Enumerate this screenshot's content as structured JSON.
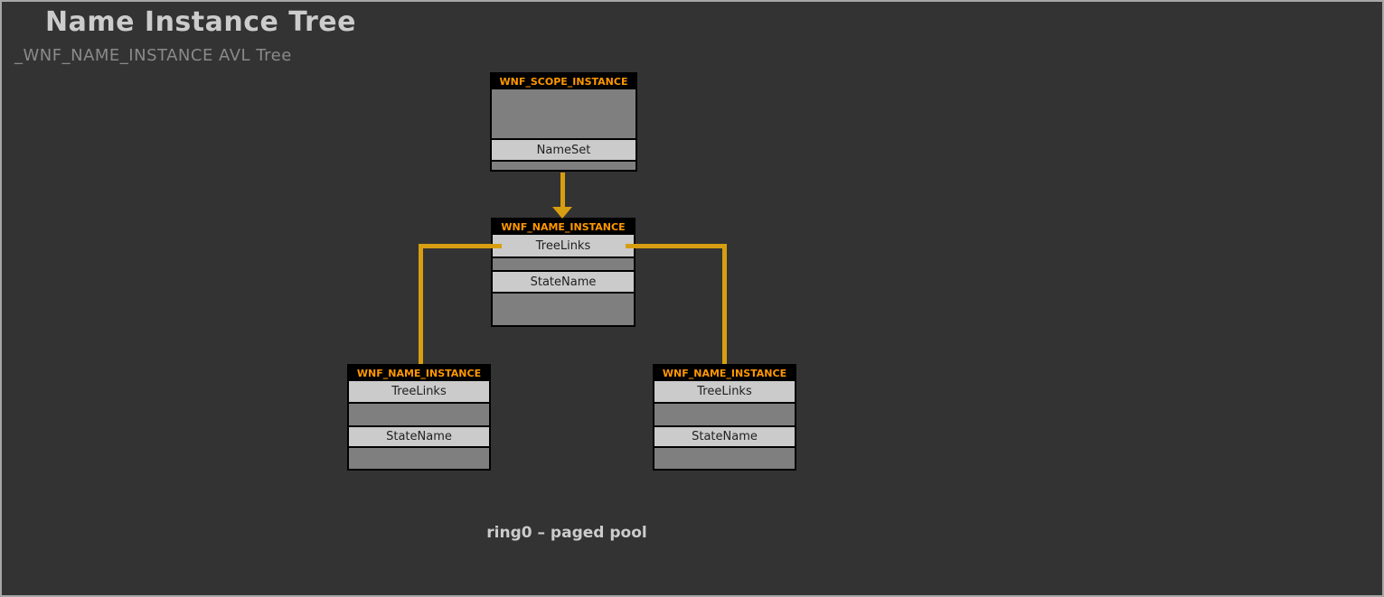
{
  "page": {
    "title": "Name Instance Tree",
    "subtitle": "_WNF_NAME_INSTANCE AVL Tree",
    "footer_label": "ring0 – paged pool"
  },
  "colors": {
    "background": "#333333",
    "canvas_border": "#a8a8a8",
    "struct_header_bg": "#000000",
    "struct_header_text": "#ff9800",
    "struct_body_gray": "#7f7f7f",
    "struct_field_light": "#cbcbcb",
    "connector_orange": "#d79e11",
    "title_text": "#cccccc",
    "subtitle_text": "#8a8a8a"
  },
  "diagram": {
    "nodes": [
      {
        "id": "scope-instance",
        "title": "WNF_SCOPE_INSTANCE",
        "rows": [
          {
            "label": ""
          },
          {
            "label": "NameSet"
          },
          {
            "label": ""
          }
        ]
      },
      {
        "id": "name-instance-root",
        "title": "WNF_NAME_INSTANCE",
        "rows": [
          {
            "label": "TreeLinks"
          },
          {
            "label": ""
          },
          {
            "label": "StateName"
          },
          {
            "label": ""
          }
        ]
      },
      {
        "id": "name-instance-left-child",
        "title": "WNF_NAME_INSTANCE",
        "rows": [
          {
            "label": "TreeLinks"
          },
          {
            "label": ""
          },
          {
            "label": "StateName"
          },
          {
            "label": ""
          }
        ]
      },
      {
        "id": "name-instance-right-child",
        "title": "WNF_NAME_INSTANCE",
        "rows": [
          {
            "label": "TreeLinks"
          },
          {
            "label": ""
          },
          {
            "label": "StateName"
          },
          {
            "label": ""
          }
        ]
      }
    ],
    "edges": [
      {
        "from": "WNF_SCOPE_INSTANCE.NameSet",
        "to": "WNF_NAME_INSTANCE (root)",
        "style": "arrow-down"
      },
      {
        "from": "WNF_NAME_INSTANCE (root).TreeLinks",
        "to": "WNF_NAME_INSTANCE (left child)",
        "style": "elbow"
      },
      {
        "from": "WNF_NAME_INSTANCE (root).TreeLinks",
        "to": "WNF_NAME_INSTANCE (right child)",
        "style": "elbow"
      }
    ]
  }
}
